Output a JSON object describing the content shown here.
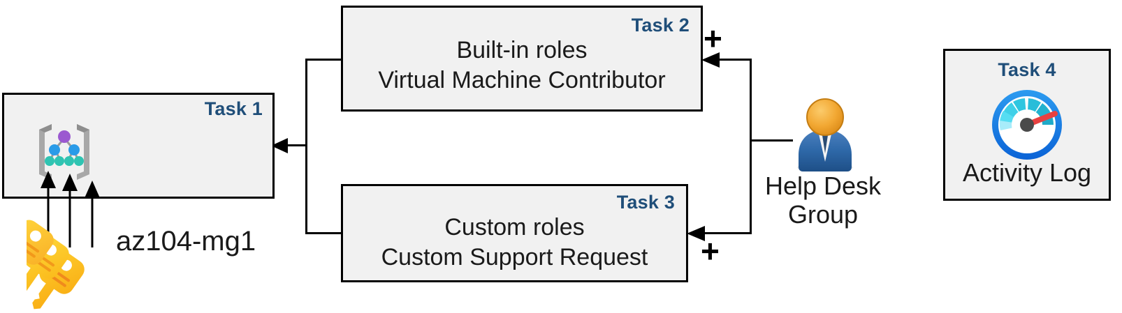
{
  "diagram": {
    "title": "Azure RBAC task diagram",
    "background_color": "#FFFFFF",
    "box_fill": "#F1F1F1",
    "box_border": "#000000",
    "task_tag_color": "#1F4E79"
  },
  "tasks": [
    {
      "tag": "Task 1",
      "label": "az104-mg1",
      "icon": "management-group-icon"
    },
    {
      "tag": "Task 2",
      "line1": "Built-in roles",
      "line2": "Virtual Machine Contributor"
    },
    {
      "tag": "Task 3",
      "line1": "Custom roles",
      "line2": "Custom Support Request"
    },
    {
      "tag": "Task 4",
      "label": "Activity Log",
      "icon": "activity-log-gauge-icon"
    }
  ],
  "actor": {
    "icon": "user-group-icon",
    "line1": "Help Desk",
    "line2": "Group"
  },
  "operators": {
    "plus_top": "+",
    "plus_bottom": "+"
  },
  "decorations": {
    "keys_icon": "keys-icon",
    "assignment_arrows": "three-up-arrows"
  }
}
